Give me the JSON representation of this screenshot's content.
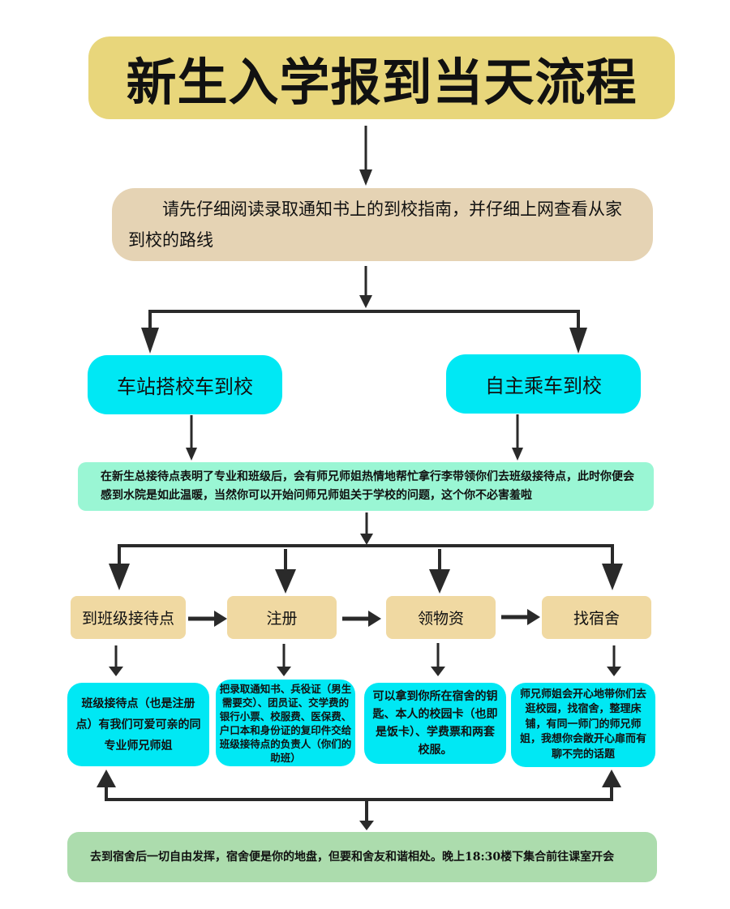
{
  "title": "新生入学报到当天流程",
  "guide": {
    "text": "请先仔细阅读录取通知书上的到校指南，并仔细上网查看从家到校的路线"
  },
  "routes": [
    {
      "label": "车站搭校车到校"
    },
    {
      "label": "自主乘车到校"
    }
  ],
  "welcome": {
    "text": "在新生总接待点表明了专业和班级后，会有师兄师姐热情地帮忙拿行李带领你们去班级接待点，此时你便会感到水院是如此温暖，当然你可以开始问师兄师姐关于学校的问题，这个你不必害羞啦"
  },
  "steps": [
    {
      "label": "到班级接待点",
      "detail": "班级接待点（也是注册点）有我们可爱可亲的同专业师兄师姐"
    },
    {
      "label": "注册",
      "detail": "把录取通知书、兵役证（男生需要交）、团员证、交学费的银行小票、校服费、医保费、户口本和身份证的复印件交给班级接待点的负责人（你们的助班）"
    },
    {
      "label": "领物资",
      "detail": "可以拿到你所在宿舍的钥匙、本人的校园卡（也即是饭卡）、学费票和两套校服。"
    },
    {
      "label": "找宿舍",
      "detail": "师兄师姐会开心地带你们去逛校园，找宿舍，整理床铺，有同一师门的师兄师姐，我想你会敞开心扉而有聊不完的话题"
    }
  ],
  "final": {
    "text": "去到宿舍后一切自由发挥，宿舍便是你的地盘，但要和舍友和谐相处。晚上18:30楼下集合前往课室开会"
  },
  "colors": {
    "title_bg": "#e8d67b",
    "guide_bg": "#e5d3b4",
    "route_bg": "#00e8f4",
    "welcome_bg": "#9af6d4",
    "step_bg": "#f0d9a2",
    "detail_bg": "#00e8f4",
    "final_bg": "#acdcad",
    "arrow": "#2a2a2a"
  }
}
